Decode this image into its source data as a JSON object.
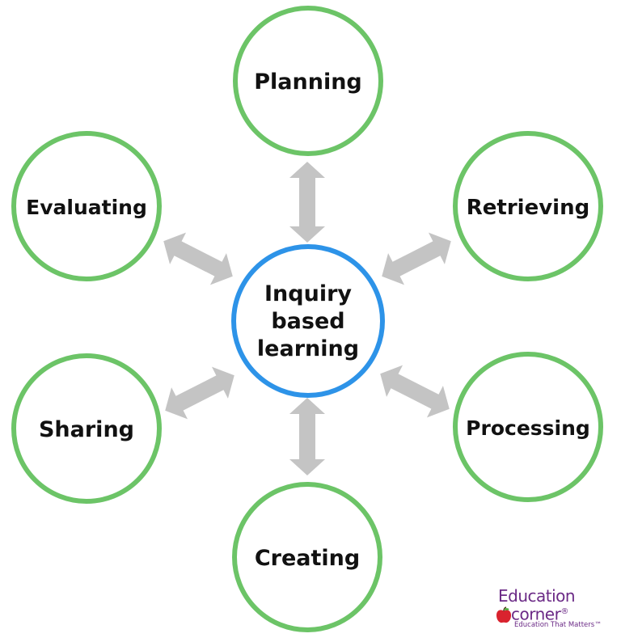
{
  "diagram": {
    "center": {
      "lines": [
        "Inquiry",
        "based",
        "learning"
      ],
      "ring_color": "#2d93e8"
    },
    "nodes": {
      "planning": "Planning",
      "retrieving": "Retrieving",
      "processing": "Processing",
      "creating": "Creating",
      "sharing": "Sharing",
      "evaluating": "Evaluating"
    },
    "node_ring_color": "#6cc467",
    "arrow_color": "#c4c4c4"
  },
  "logo": {
    "line1": "Education",
    "line2": "corner",
    "registered": "®",
    "tagline": "Education That Matters™",
    "color": "#6b2a86",
    "apple_icon": "apple-icon"
  }
}
